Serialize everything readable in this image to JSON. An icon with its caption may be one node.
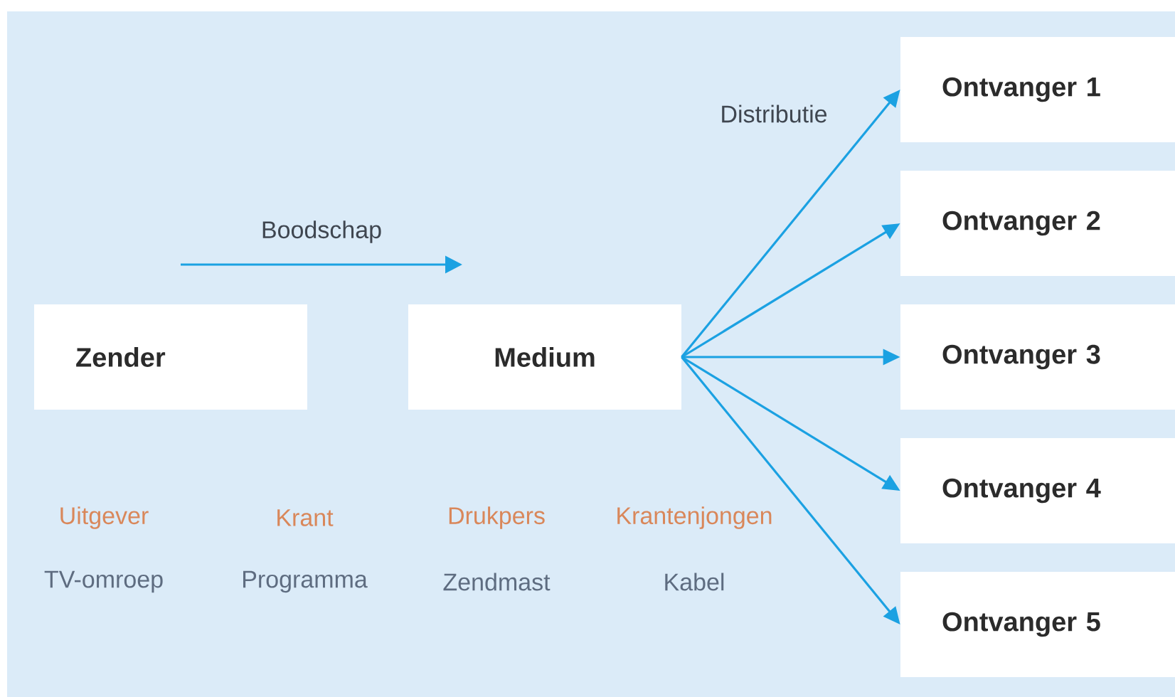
{
  "diagram": {
    "nodes": [
      {
        "text": [
          "Zender"
        ]
      },
      {
        "text": [
          "Medium"
        ]
      },
      {
        "text": [
          "Ontvanger 1"
        ]
      },
      {
        "text": [
          "Ontvanger 2"
        ]
      },
      {
        "text": [
          "Ontvanger 3"
        ]
      },
      {
        "text": [
          "Ontvanger 4"
        ]
      },
      {
        "text": [
          "Ontvanger 5"
        ]
      }
    ],
    "edges": [
      {
        "from": 1,
        "to": 2,
        "arrow": "to"
      },
      {
        "from": 1,
        "to": 3,
        "arrow": "to"
      },
      {
        "from": 1,
        "to": 4,
        "arrow": "to"
      },
      {
        "from": 1,
        "to": 5,
        "arrow": "to"
      },
      {
        "from": 1,
        "to": 6,
        "arrow": "to"
      }
    ],
    "labels": [
      "Distributie",
      "Boodschap",
      "Uitgever",
      "Krant",
      "Drukpers",
      "Krantenjongen",
      "TV-omroep",
      "Programma",
      "Zendmast",
      "Kabel"
    ]
  }
}
